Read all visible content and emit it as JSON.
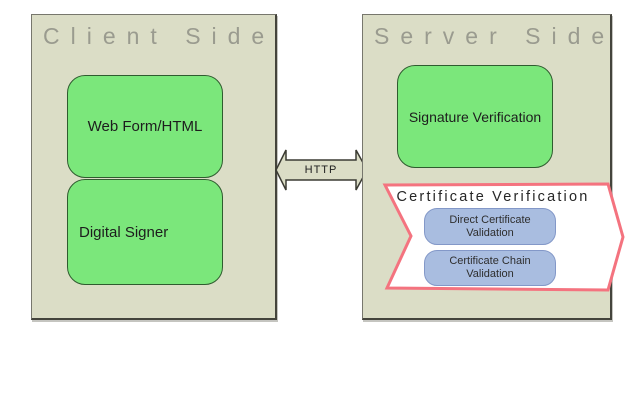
{
  "client": {
    "title": "Client Side",
    "boxes": [
      {
        "label": "Web Form/HTML"
      },
      {
        "label": "Digital Signer"
      }
    ]
  },
  "server": {
    "title": "Server Side",
    "signature_label": "Signature Verification",
    "certificate": {
      "title": "Certificate Verification",
      "items": [
        {
          "label": "Direct Certificate Validation"
        },
        {
          "label": "Certificate Chain Validation"
        }
      ]
    }
  },
  "connector": {
    "label": "HTTP"
  },
  "colors": {
    "panel_bg": "#dbddc6",
    "panel_border": "#44443c",
    "green_box": "#7be77b",
    "green_border": "#2f5c2f",
    "blue_box": "#a9bde0",
    "blue_border": "#8398c8",
    "chevron_border": "#f4737f",
    "chevron_fill": "#ffffff",
    "title_gray": "#9a9b8f",
    "arrow_fill": "#dbddc6",
    "text_dark": "#1e1e1e"
  }
}
